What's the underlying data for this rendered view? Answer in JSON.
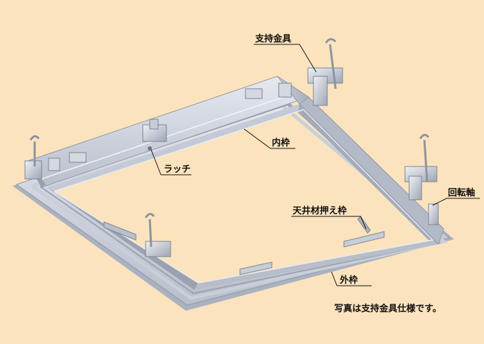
{
  "labels": {
    "support_bracket": "支持金具",
    "inner_frame": "内枠",
    "latch": "ラッチ",
    "pivot_shaft": "回転軸",
    "ceiling_retainer": "天井材押え枠",
    "outer_frame": "外枠"
  },
  "caption": "写真は支持金具仕様です。",
  "colors": {
    "background": "#fbe3bd",
    "frame_light": "#d9dde6",
    "frame_mid": "#b5bccb",
    "frame_dark": "#8f97a8"
  }
}
